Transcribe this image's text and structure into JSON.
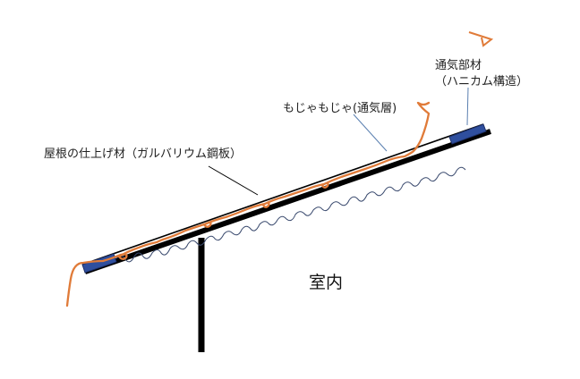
{
  "labels": {
    "vent_member": "通気部材",
    "vent_member_sub": "（ハニカム構造）",
    "vent_layer": "もじゃもじゃ(通気層)",
    "roof_finish": "屋根の仕上げ材（ガルバリウム鋼板）",
    "indoor": "室内"
  },
  "colors": {
    "roof_line": "#000000",
    "air_flow": "#e07b39",
    "vent_block": "#2f4f9e",
    "fiber": "#3a4a6e",
    "leader": "#5a7fb0"
  }
}
